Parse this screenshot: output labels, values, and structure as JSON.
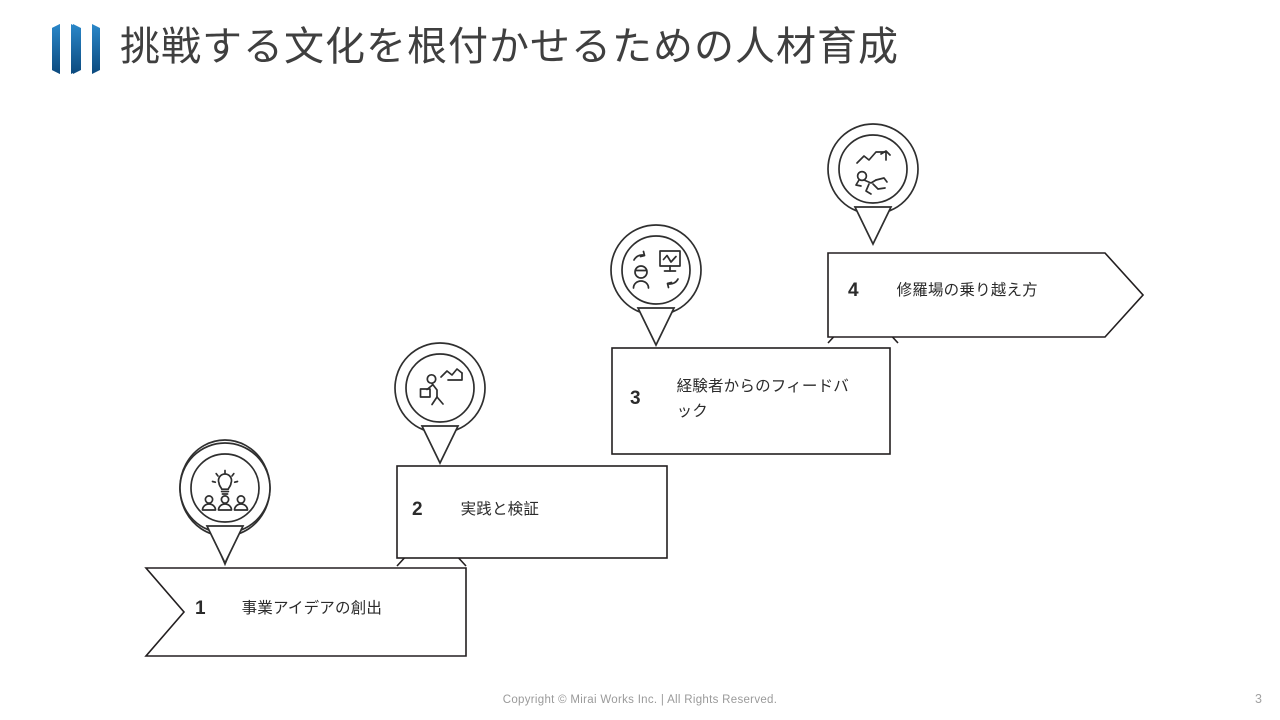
{
  "header": {
    "title": "挑戦する文化を根付かせるための人材育成",
    "logo_name": "mirai-works-logo",
    "logo_colors": {
      "light": "#1f7ac0",
      "dark": "#0d4d82"
    }
  },
  "diagram": {
    "type": "staircase-process",
    "steps": [
      {
        "number": "1",
        "label": "事業アイデアの創出",
        "shape": "chevron-start",
        "icon": "lightbulb-people-icon"
      },
      {
        "number": "2",
        "label": "実践と検証",
        "shape": "rectangle",
        "icon": "walking-person-briefcase-icon"
      },
      {
        "number": "3",
        "label": "経験者からのフィードバック",
        "shape": "rectangle",
        "icon": "person-presentation-feedback-icon"
      },
      {
        "number": "4",
        "label": "修羅場の乗り越え方",
        "shape": "arrow-end",
        "icon": "running-person-growth-arrow-icon"
      }
    ]
  },
  "footer": {
    "copyright": "Copyright © Mirai Works Inc.  |  All Rights Reserved.",
    "page_number": "3"
  }
}
